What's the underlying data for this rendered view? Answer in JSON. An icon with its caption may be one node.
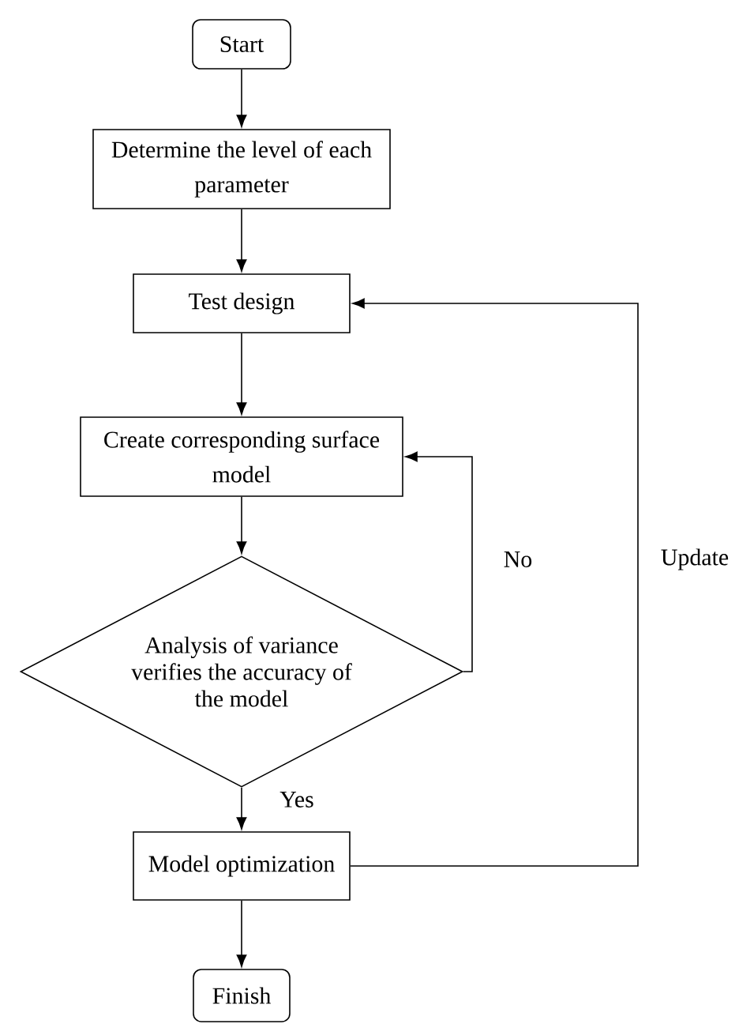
{
  "diagram": {
    "nodes": [
      {
        "text": [
          "Start"
        ]
      },
      {
        "text": [
          "Determine the level of each parameter"
        ]
      },
      {
        "text": [
          "Test design"
        ]
      },
      {
        "text": [
          "Create corresponding surface model"
        ]
      },
      {
        "text": [
          "Analysis of variance verifies the accuracy of the model"
        ]
      },
      {
        "text": [
          "Model optimization"
        ]
      },
      {
        "text": [
          "Finish"
        ]
      }
    ],
    "edges": [
      {
        "from": 0,
        "to": 1,
        "arrow": "to"
      },
      {
        "from": 1,
        "to": 2,
        "arrow": "to"
      },
      {
        "from": 2,
        "to": 3,
        "arrow": "to"
      },
      {
        "from": 3,
        "to": 4,
        "arrow": "to"
      },
      {
        "from": 4,
        "to": 5,
        "arrow": "to",
        "label": "Yes"
      },
      {
        "from": 4,
        "to": 3,
        "arrow": "to",
        "label": "No"
      },
      {
        "from": 5,
        "to": 2,
        "arrow": "to",
        "label": "Update"
      },
      {
        "from": 5,
        "to": 6,
        "arrow": "to"
      }
    ]
  }
}
